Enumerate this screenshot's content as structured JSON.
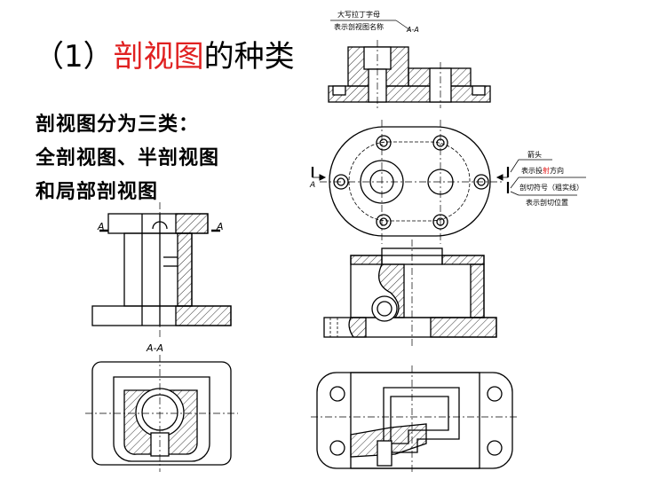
{
  "header": {
    "prefix": "（1）",
    "highlight": "剖视图",
    "suffix": "的种类",
    "highlight_color": "#e02020"
  },
  "intro": {
    "line1": "剖视图分为三类：",
    "line2": "全剖视图、半剖视图",
    "line3": "和局部剖视图"
  },
  "annotations": {
    "uppercase_letter": "大写拉丁字母",
    "section_name": "表示剖视图名称",
    "section_label": "A-A",
    "arrow": "箭头",
    "projection_prefix": "表示投",
    "projection_highlight": "射",
    "projection_suffix": "方向",
    "cut_symbol": "剖切符号（粗实线）",
    "cut_position": "表示剖切位置",
    "cut_letter": "A",
    "left_a": "A",
    "left_b": "A",
    "left_section": "A-A"
  },
  "colors": {
    "hatch": "#000000",
    "highlight": "#e02020"
  }
}
